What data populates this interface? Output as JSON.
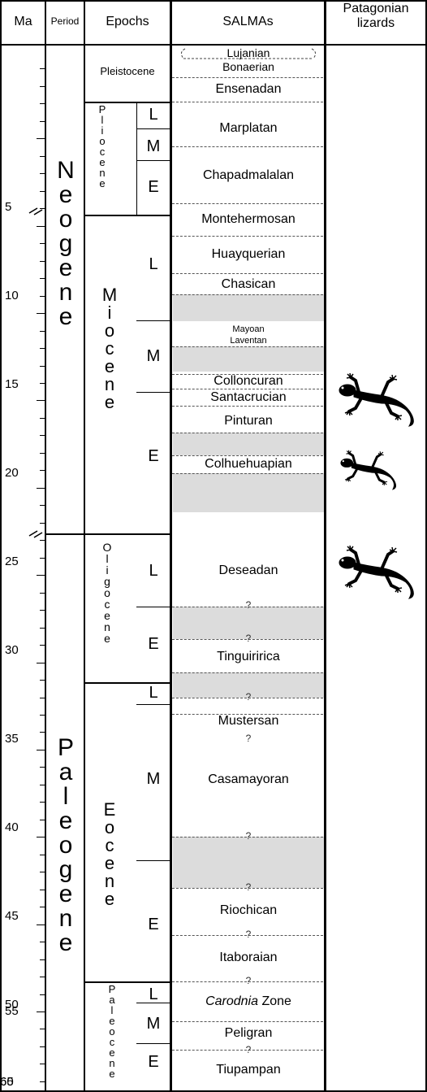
{
  "headers": {
    "ma": "Ma",
    "period": "Period",
    "epochs": "Epochs",
    "salmas": "SALMAs",
    "lizards_line1": "Patagonian",
    "lizards_line2": "lizards"
  },
  "ma_labels": [
    "5",
    "10",
    "15",
    "20",
    "25",
    "30",
    "35",
    "40",
    "45",
    "50",
    "55",
    "60",
    "65"
  ],
  "periods": {
    "neogene": [
      "N",
      "e",
      "o",
      "g",
      "e",
      "n",
      "e"
    ],
    "paleogene": [
      "P",
      "a",
      "l",
      "e",
      "o",
      "g",
      "e",
      "n",
      "e"
    ]
  },
  "epochs": {
    "pleistocene": "Pleistocene",
    "pliocene": [
      "P",
      "l",
      "i",
      "o",
      "c",
      "e",
      "n",
      "e"
    ],
    "miocene": [
      "M",
      "i",
      "o",
      "c",
      "e",
      "n",
      "e"
    ],
    "oligocene": [
      "O",
      "l",
      "i",
      "g",
      "o",
      "c",
      "e",
      "n",
      "e"
    ],
    "eocene": [
      "E",
      "o",
      "c",
      "e",
      "n",
      "e"
    ],
    "paleocene": [
      "P",
      "a",
      "l",
      "e",
      "o",
      "c",
      "e",
      "n",
      "e"
    ]
  },
  "subepochs": {
    "pliocene_l": "L",
    "pliocene_m": "M",
    "pliocene_e": "E",
    "miocene_l": "L",
    "miocene_m": "M",
    "miocene_e": "E",
    "oligocene_l": "L",
    "oligocene_e": "E",
    "eocene_l": "L",
    "eocene_m": "M",
    "eocene_e": "E",
    "paleocene_l": "L",
    "paleocene_m": "M",
    "paleocene_e": "E"
  },
  "salmas": {
    "lujanian": "Lujanian",
    "bonaerian": "Bonaerian",
    "ensenadan": "Ensenadan",
    "marplatan": "Marplatan",
    "chapadmalalan": "Chapadmalalan",
    "montehermosan": "Montehermosan",
    "huayquerian": "Huayquerian",
    "chasican": "Chasican",
    "mayoan": "Mayoan",
    "laventan": "Laventan",
    "colloncuran": "Colloncuran",
    "santacrucian": "Santacrucian",
    "pinturan": "Pinturan",
    "colhuehuapian": "Colhuehuapian",
    "deseadan": "Deseadan",
    "tinguiririca": "Tinguiririca",
    "mustersan": "Mustersan",
    "casamayoran": "Casamayoran",
    "riochican": "Riochican",
    "itaboraian": "Itaboraian",
    "carodnia_italic": "Carodnia",
    "carodnia_rest": " Zone",
    "peligran": "Peligran",
    "tiupampan": "Tiupampan",
    "question": "?"
  },
  "lizard_icons": [
    "lizard-icon",
    "lizard-icon",
    "lizard-icon"
  ]
}
